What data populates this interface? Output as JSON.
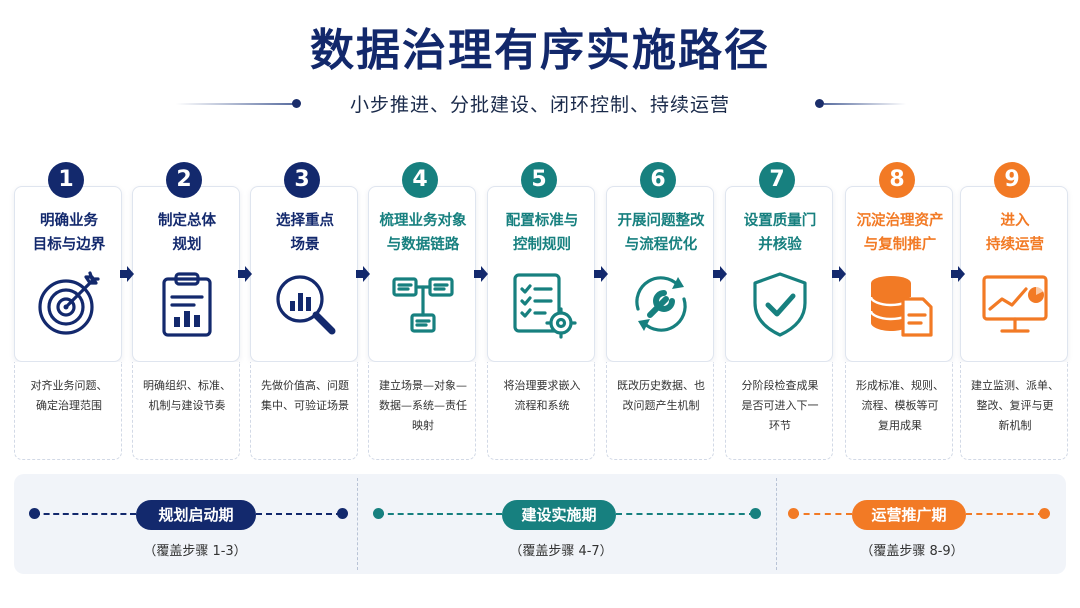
{
  "header": {
    "title": "数据治理有序实施路径",
    "subtitle": "小步推进、分批建设、闭环控制、持续运营"
  },
  "colors": {
    "navy": "#13296d",
    "teal": "#17807f",
    "orange": "#f27a25"
  },
  "steps": [
    {
      "number": "1",
      "title_line1": "明确业务",
      "title_line2": "目标与边界",
      "icon": "target-icon",
      "desc_line1": "对齐业务问题、",
      "desc_line2": "确定治理范围",
      "desc_line3": ""
    },
    {
      "number": "2",
      "title_line1": "制定总体",
      "title_line2": "规划",
      "icon": "clipboard-chart-icon",
      "desc_line1": "明确组织、标准、",
      "desc_line2": "机制与建设节奏",
      "desc_line3": ""
    },
    {
      "number": "3",
      "title_line1": "选择重点",
      "title_line2": "场景",
      "icon": "magnifier-chart-icon",
      "desc_line1": "先做价值高、问题",
      "desc_line2": "集中、可验证场景",
      "desc_line3": ""
    },
    {
      "number": "4",
      "title_line1": "梳理业务对象",
      "title_line2": "与数据链路",
      "icon": "flow-diagram-icon",
      "desc_line1": "建立场景—对象—",
      "desc_line2": "数据—系统—责任",
      "desc_line3": "映射"
    },
    {
      "number": "5",
      "title_line1": "配置标准与",
      "title_line2": "控制规则",
      "icon": "checklist-gear-icon",
      "desc_line1": "将治理要求嵌入",
      "desc_line2": "流程和系统",
      "desc_line3": ""
    },
    {
      "number": "6",
      "title_line1": "开展问题整改",
      "title_line2": "与流程优化",
      "icon": "wrench-cycle-icon",
      "desc_line1": "既改历史数据、也",
      "desc_line2": "改问题产生机制",
      "desc_line3": ""
    },
    {
      "number": "7",
      "title_line1": "设置质量门",
      "title_line2": "并核验",
      "icon": "shield-check-icon",
      "desc_line1": "分阶段检查成果",
      "desc_line2": "是否可进入下一",
      "desc_line3": "环节"
    },
    {
      "number": "8",
      "title_line1": "沉淀治理资产",
      "title_line2": "与复制推广",
      "icon": "database-document-icon",
      "desc_line1": "形成标准、规则、",
      "desc_line2": "流程、模板等可",
      "desc_line3": "复用成果"
    },
    {
      "number": "9",
      "title_line1": "进入",
      "title_line2": "持续运营",
      "icon": "monitor-chart-icon",
      "desc_line1": "建立监测、派单、",
      "desc_line2": "整改、复评与更",
      "desc_line3": "新机制"
    }
  ],
  "phases": [
    {
      "label": "规划启动期",
      "range": "（覆盖步骤 1-3）",
      "color": "#13296d"
    },
    {
      "label": "建设实施期",
      "range": "（覆盖步骤 4-7）",
      "color": "#17807f"
    },
    {
      "label": "运营推广期",
      "range": "（覆盖步骤 8-9）",
      "color": "#f27a25"
    }
  ]
}
